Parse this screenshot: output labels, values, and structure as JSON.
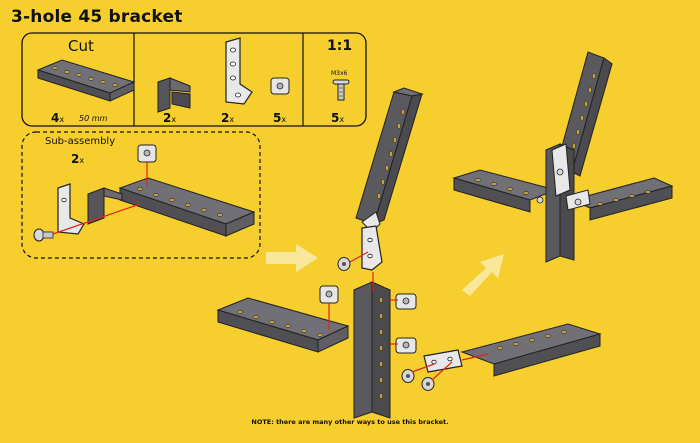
{
  "title": "3-hole 45 bracket",
  "parts_box": {
    "cut_label": "Cut",
    "scale_label": "1:1",
    "screw_label": "M3x6",
    "items": [
      {
        "name": "beam",
        "qty": "4",
        "unit": "x",
        "length": "50 mm"
      },
      {
        "name": "t-connector",
        "qty": "2",
        "unit": "x"
      },
      {
        "name": "angle-bracket",
        "qty": "2",
        "unit": "x"
      },
      {
        "name": "square-nut",
        "qty": "5",
        "unit": "x"
      },
      {
        "name": "screw",
        "qty": "5",
        "unit": "x"
      }
    ]
  },
  "subassembly": {
    "label": "Sub-assembly",
    "qty": "2",
    "unit": "x"
  },
  "note": "NOTE: there are many other ways to use this bracket.",
  "colors": {
    "background": "#F6CE2E",
    "beam": "#5A5A5E",
    "beam_top": "#707076",
    "hole": "#C9A23A",
    "bracket": "#E8E8E8",
    "line": "#E2231A",
    "arrow": "#F9E79A"
  }
}
